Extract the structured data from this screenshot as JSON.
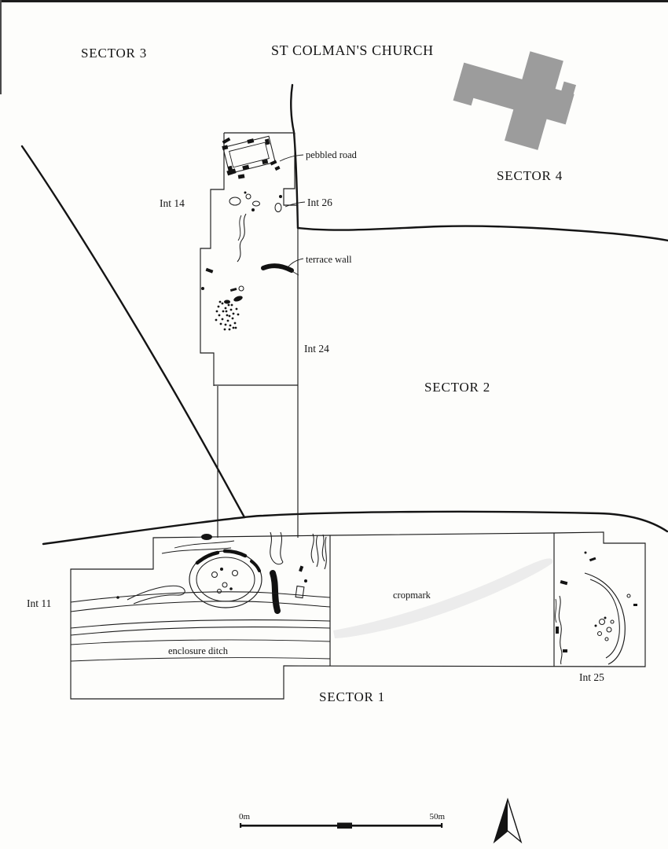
{
  "labels": {
    "sector_3": "SECTOR 3",
    "church": "ST COLMAN'S CHURCH",
    "sector_4": "SECTOR 4",
    "sector_2": "SECTOR 2",
    "sector_1": "SECTOR 1",
    "pebbled_road": "pebbled road",
    "int_14": "Int 14",
    "int_26": "Int 26",
    "terrace_wall": "terrace wall",
    "int_24": "Int 24",
    "int_11": "Int 11",
    "cropmark": "cropmark",
    "enclosure_ditch": "enclosure ditch",
    "int_25": "Int 25"
  },
  "scale_bar": {
    "start": "0m",
    "end": "50m"
  },
  "colors": {
    "ink": "#1a1a1a",
    "church_fill": "#9c9c9c",
    "cropmark_fill": "#ececec",
    "paper": "#fdfdfb"
  }
}
